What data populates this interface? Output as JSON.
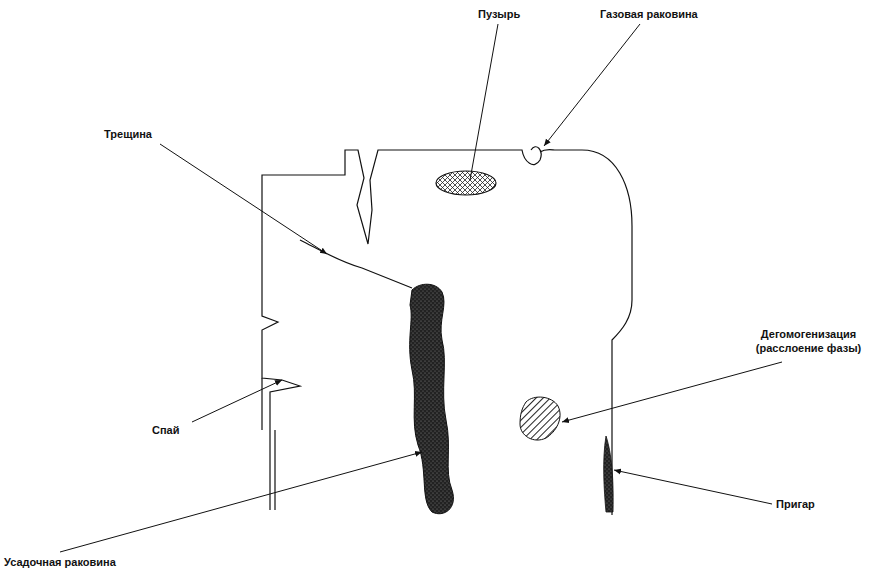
{
  "diagram": {
    "labels": [
      "Пузырь",
      "Газовая раковина",
      "Трещина",
      "Дегомогенизация (расслоение фазы)",
      "Спай",
      "Усадочная раковина",
      "Пригар"
    ]
  }
}
